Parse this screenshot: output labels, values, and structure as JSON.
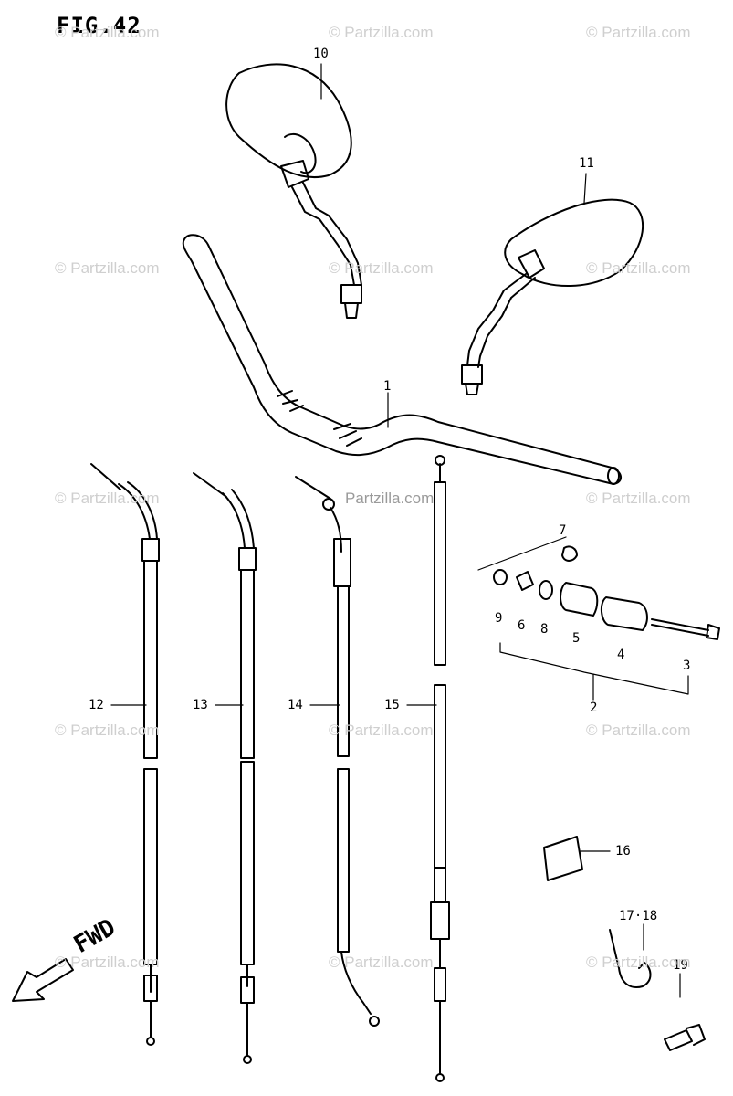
{
  "figure": {
    "label": "FIG.42"
  },
  "watermark": {
    "text": "© Partzilla.com",
    "text_prominent": "Partzilla.com"
  },
  "direction": {
    "label": "FWD"
  },
  "callouts": [
    {
      "id": "1",
      "text": "1"
    },
    {
      "id": "2",
      "text": "2"
    },
    {
      "id": "3",
      "text": "3"
    },
    {
      "id": "4",
      "text": "4"
    },
    {
      "id": "5",
      "text": "5"
    },
    {
      "id": "6",
      "text": "6"
    },
    {
      "id": "7",
      "text": "7"
    },
    {
      "id": "8",
      "text": "8"
    },
    {
      "id": "9",
      "text": "9"
    },
    {
      "id": "10",
      "text": "10"
    },
    {
      "id": "11",
      "text": "11"
    },
    {
      "id": "12",
      "text": "12"
    },
    {
      "id": "13",
      "text": "13"
    },
    {
      "id": "14",
      "text": "14"
    },
    {
      "id": "15",
      "text": "15"
    },
    {
      "id": "16",
      "text": "16"
    },
    {
      "id": "17-18",
      "text": "17·18"
    },
    {
      "id": "19",
      "text": "19"
    }
  ],
  "colors": {
    "line": "#000000",
    "watermark": "#cfcfcf",
    "background": "#ffffff"
  }
}
